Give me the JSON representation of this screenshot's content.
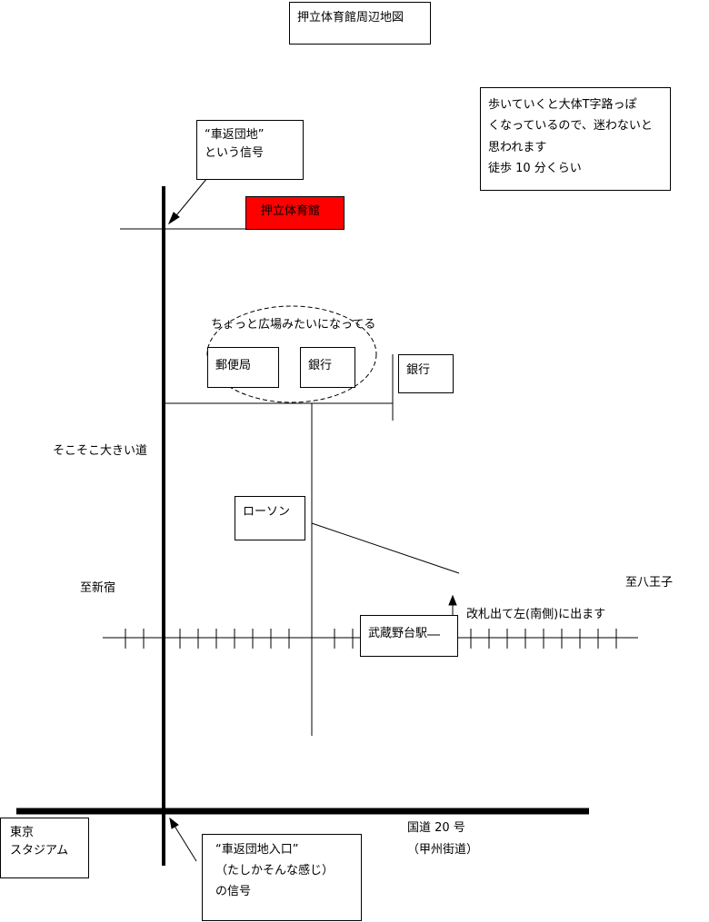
{
  "title": "押立体育館周辺地図",
  "labels": {
    "gym": "押立体育館",
    "note": "歩いていくと大体T字路っぽ\nくなっているので、迷わないと\n思われます\n徒歩 10 分くらい",
    "signal_top": "“車返団地”\nという信号",
    "plaza": "ちょっと広場みたいになってる",
    "post_office": "郵便局",
    "bank_1": "銀行",
    "bank_2": "銀行",
    "road": "そこそこ大きい道",
    "lawson": "ローソン",
    "to_shinjuku": "至新宿",
    "to_hachioji": "至八王子",
    "station": "武蔵野台駅",
    "exit_note": "改札出て左(南側)に出ます",
    "tokyo_stadium": "東京\nスタジアム",
    "route_20": "国道 20 号",
    "koshu_kaido": "（甲州街道）",
    "signal_bottom": "“車返団地入口”\n（たしかそんな感じ）\nの信号"
  },
  "colors": {
    "gym_fill": "#ff0000",
    "line": "#000000"
  }
}
